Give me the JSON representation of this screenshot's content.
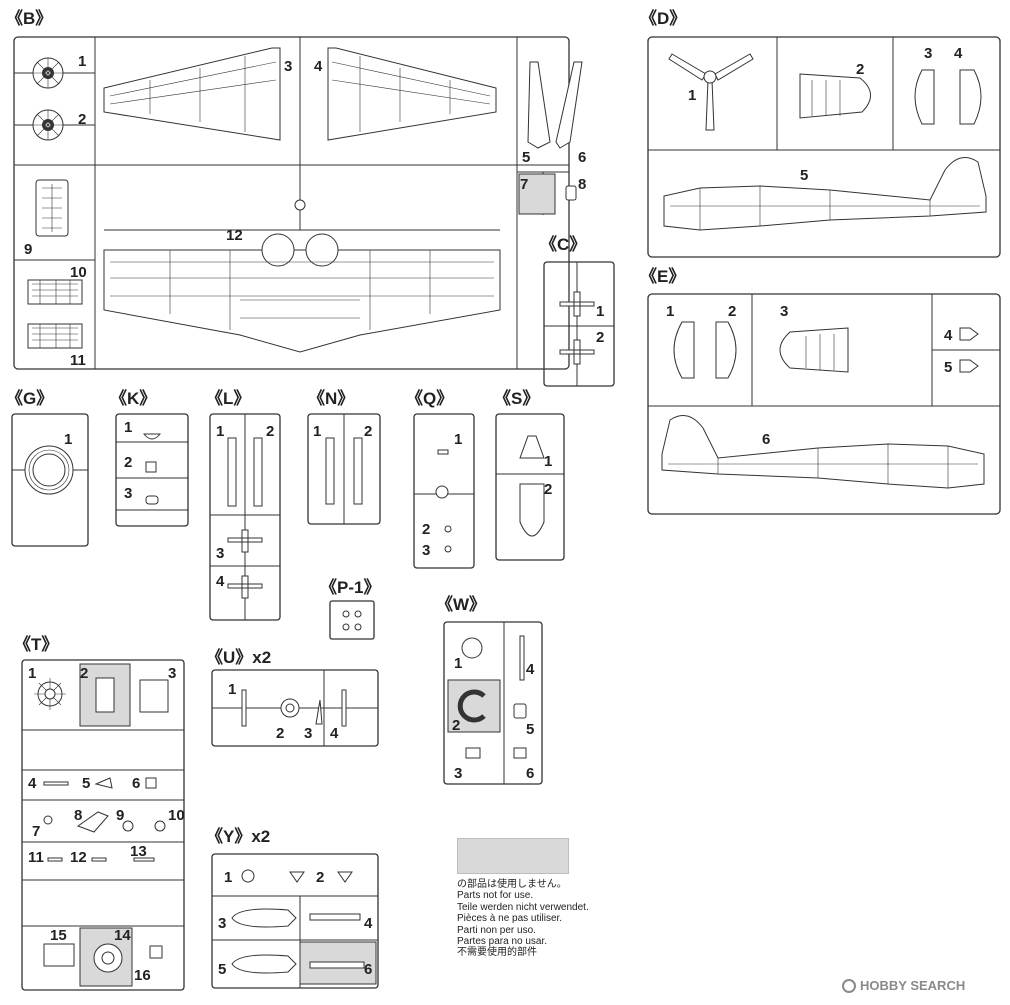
{
  "colors": {
    "line": "#333333",
    "part_fill": "#ffffff",
    "not_used_fill": "#d9d9d9"
  },
  "sprues": {
    "B": {
      "title": "《B》",
      "parts": [
        "1",
        "2",
        "3",
        "4",
        "5",
        "6",
        "7",
        "8",
        "9",
        "10",
        "11",
        "12"
      ]
    },
    "C": {
      "title": "《C》",
      "parts": [
        "1",
        "2"
      ]
    },
    "D": {
      "title": "《D》",
      "parts": [
        "1",
        "2",
        "3",
        "4",
        "5"
      ]
    },
    "E": {
      "title": "《E》",
      "parts": [
        "1",
        "2",
        "3",
        "4",
        "5",
        "6"
      ]
    },
    "G": {
      "title": "《G》",
      "parts": [
        "1"
      ]
    },
    "K": {
      "title": "《K》",
      "parts": [
        "1",
        "2",
        "3"
      ]
    },
    "L": {
      "title": "《L》",
      "parts": [
        "1",
        "2",
        "3",
        "4"
      ]
    },
    "N": {
      "title": "《N》",
      "parts": [
        "1",
        "2"
      ]
    },
    "Q": {
      "title": "《Q》",
      "parts": [
        "1",
        "2",
        "3"
      ]
    },
    "S": {
      "title": "《S》",
      "parts": [
        "1",
        "2"
      ]
    },
    "P1": {
      "title": "《P-1》",
      "parts": []
    },
    "T": {
      "title": "《T》",
      "parts": [
        "1",
        "2",
        "3",
        "4",
        "5",
        "6",
        "7",
        "8",
        "9",
        "10",
        "11",
        "12",
        "13",
        "14",
        "15",
        "16"
      ]
    },
    "U": {
      "title": "《U》x2",
      "parts": [
        "1",
        "2",
        "3",
        "4"
      ]
    },
    "W": {
      "title": "《W》",
      "parts": [
        "1",
        "2",
        "3",
        "4",
        "5",
        "6"
      ]
    },
    "Y": {
      "title": "《Y》x2",
      "parts": [
        "1",
        "2",
        "3",
        "4",
        "5",
        "6"
      ]
    }
  },
  "legend": {
    "lines": [
      "の部品は使用しません。",
      "Parts not for use.",
      "Teile werden nicht verwendet.",
      "Pièces à ne pas utiliser.",
      "Parti non per uso.",
      "Partes para no usar.",
      "不需要使用的部件"
    ]
  },
  "watermark": {
    "text": "HOBBY SEARCH",
    "icon": "hobby-search-logo-icon"
  }
}
